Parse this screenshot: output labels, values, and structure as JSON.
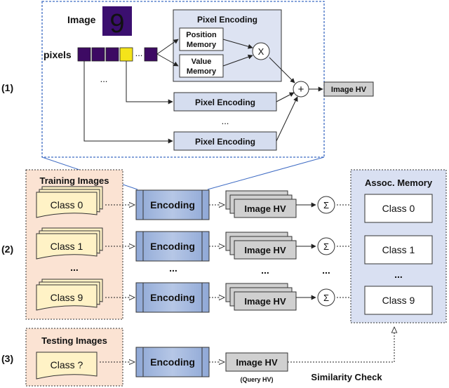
{
  "colors": {
    "dashed_border": "#3f6cc4",
    "encoding_panel": "#dde3f2",
    "pixel_box": "#d5ddef",
    "training_bg": "#fbe3d3",
    "memory_bg": "#d9e0f2",
    "class_card": "#fff2c6",
    "encoding_block": "#8fa8d6",
    "encoding_block_end": "#b6c7e6",
    "image_hv_box": "#d0d0d0",
    "pixel_purple": "#3d0a63",
    "pixel_yellow": "#f4e41a",
    "digit_bg": "#3b0f6f",
    "digit_color": "#d8e61c"
  },
  "top": {
    "image_label": "Image",
    "digit": "9",
    "pixels_label": "pixels",
    "ellipsis_left": "...",
    "ellipsis_row": "...",
    "ellipsis_mid": "...",
    "pixel_encoding_title": "Pixel Encoding",
    "position_memory": [
      "Position",
      "Memory"
    ],
    "value_memory": [
      "Value",
      "Memory"
    ],
    "multiply_symbol": "X",
    "plus_symbol": "+",
    "pixel_encoding_box_1": "Pixel Encoding",
    "pixel_encoding_box_2": "Pixel Encoding",
    "image_hv": "Image HV"
  },
  "row_labels": [
    "(1)",
    "(2)",
    "(3)"
  ],
  "training": {
    "title": "Training Images",
    "classes": [
      "Class 0",
      "Class 1",
      "Class 9"
    ],
    "ellipsis": "..."
  },
  "encoding_label": "Encoding",
  "image_hv_label": "Image HV",
  "sum_symbol": "Σ",
  "middle_ellipsis": "...",
  "memory": {
    "title": "Assoc. Memory",
    "classes": [
      "Class 0",
      "Class 1",
      "Class 9"
    ],
    "ellipsis": "..."
  },
  "testing": {
    "title": "Testing Images",
    "class_label": "Class ?",
    "query_label": "(Query HV)",
    "similarity_label": "Similarity Check"
  }
}
